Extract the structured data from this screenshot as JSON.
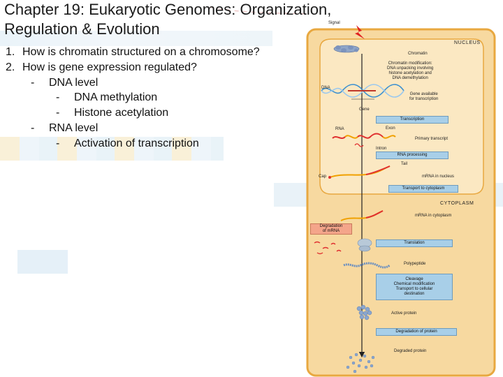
{
  "slide": {
    "title_line1": "Chapter 19: Eukaryotic Genomes: Organization,",
    "title_line2": "Regulation & Evolution",
    "outline": [
      {
        "marker": "1.",
        "text": "How is chromatin structured on a chromosome?",
        "level": 0
      },
      {
        "marker": "2.",
        "text": "How is gene expression regulated?",
        "level": 0
      },
      {
        "marker": "-",
        "text": "DNA level",
        "level": 1
      },
      {
        "marker": "-",
        "text": "DNA methylation",
        "level": 2
      },
      {
        "marker": "-",
        "text": "Histone acetylation",
        "level": 2
      },
      {
        "marker": "-",
        "text": "RNA level",
        "level": 1
      },
      {
        "marker": "-",
        "text": "Activation of transcription",
        "level": 2
      }
    ]
  },
  "diagram": {
    "signal": "Signal",
    "nucleus": "NUCLEUS",
    "chromatin": "Chromatin",
    "chromatin_modification": [
      "Chromatin modification:",
      "DNA unpacking involving",
      "histone acetylation and",
      "DNA demethylation"
    ],
    "dna": "DNA",
    "gene_available": [
      "Gene available",
      "for transcription"
    ],
    "gene": "Gene",
    "transcription": "Transcription",
    "rna": "RNA",
    "exon": "Exon",
    "primary_transcript": "Primary transcript",
    "intron": "Intron",
    "rna_processing": "RNA processing",
    "tail": "Tail",
    "cap": "Cap",
    "mrna_nucleus": "mRNA in nucleus",
    "transport_cytoplasm": "Transport to cytoplasm",
    "cytoplasm": "CYTOPLASM",
    "mrna_cytoplasm": "mRNA in cytoplasm",
    "degradation_mrna": [
      "Degradation",
      "of mRNA"
    ],
    "translation": "Translation",
    "polypeptide": "Polypeptide",
    "cleavage": [
      "Cleavage",
      "Chemical modification",
      "Transport to cellular",
      "destination"
    ],
    "active_protein": "Active protein",
    "degradation_protein": "Degradation of protein",
    "degraded_protein": "Degraded protein"
  },
  "colors": {
    "cell_fill": "#f7d9a0",
    "cell_border": "#e8a840",
    "nucleus_fill": "#fbe8c2",
    "blue_box": "#a8cfe8",
    "orange_box": "#f4a58a",
    "signal_red": "#e02020"
  }
}
